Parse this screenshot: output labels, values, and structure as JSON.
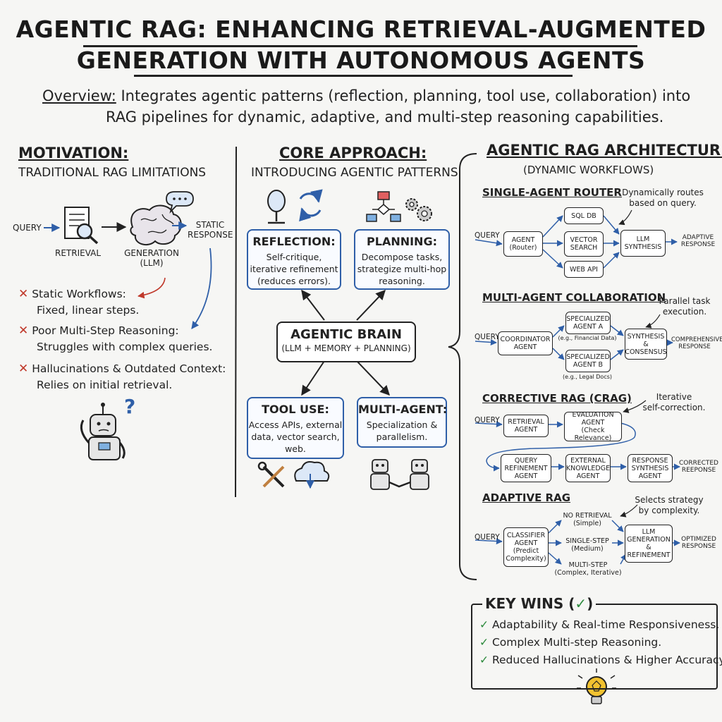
{
  "title": {
    "line1": "AGENTIC RAG: ENHANCING RETRIEVAL-AUGMENTED",
    "line2": "GENERATION WITH AUTONOMOUS AGENTS"
  },
  "overview": {
    "label": "Overview:",
    "line1": "Integrates agentic patterns (reflection, planning, tool use, collaboration) into",
    "line2": "RAG pipelines for dynamic, adaptive, and multi-step reasoning capabilities."
  },
  "motivation": {
    "heading": "MOTIVATION:",
    "subheading": "TRADITIONAL RAG LIMITATIONS",
    "flow": {
      "query": "QUERY",
      "retrieval": "RETRIEVAL",
      "generation_line1": "GENERATION",
      "generation_line2": "(LLM)",
      "static_line1": "STATIC",
      "static_line2": "RESPONSE"
    },
    "limitations": [
      {
        "title": "Static Workflows:",
        "desc": "Fixed, linear steps."
      },
      {
        "title": "Poor Multi-Step Reasoning:",
        "desc": "Struggles with complex queries."
      },
      {
        "title": "Hallucinations & Outdated Context:",
        "desc": "Relies on initial retrieval."
      }
    ],
    "question_mark": "?"
  },
  "core": {
    "heading": "CORE APPROACH:",
    "subheading": "INTRODUCING AGENTIC PATTERNS",
    "reflection": {
      "title": "REFLECTION:",
      "line1": "Self-critique,",
      "line2": "iterative refinement",
      "line3": "(reduces errors)."
    },
    "planning": {
      "title": "PLANNING:",
      "line1": "Decompose tasks,",
      "line2": "strategize multi-hop",
      "line3": "reasoning."
    },
    "brain": {
      "title": "AGENTIC BRAIN",
      "sub": "(LLM + MEMORY + PLANNING)"
    },
    "tool_use": {
      "title": "TOOL USE:",
      "line1": "Access APIs, external",
      "line2": "data, vector search,",
      "line3": "web."
    },
    "multi_agent": {
      "title": "MULTI-AGENT:",
      "line1": "Specialization &",
      "line2": "parallelism."
    }
  },
  "arch": {
    "heading": "AGENTIC RAG ARCHITECTURES",
    "subheading": "(DYNAMIC WORKFLOWS)",
    "router": {
      "title": "SINGLE-AGENT ROUTER",
      "note": "Dynamically routes\nbased on query.",
      "query": "QUERY",
      "agent": "AGENT\n(Router)",
      "sql": "SQL DB",
      "vector": "VECTOR\nSEARCH",
      "web": "WEB API",
      "llm": "LLM\nSYNTHESIS",
      "out": "ADAPTIVE\nRESPONSE"
    },
    "multi": {
      "title": "MULTI-AGENT COLLABORATION",
      "note": "Parallel task\nexecution.",
      "query": "QUERY",
      "coord": "COORDINATOR\nAGENT",
      "agent_a": "SPECIALIZED\nAGENT A",
      "agent_a_note": "(e.g., Financial Data)",
      "agent_b": "SPECIALIZED\nAGENT B",
      "agent_b_note": "(e.g., Legal Docs)",
      "synth": "SYNTHESIS\n&\nCONSENSUS",
      "out": "COMPREHENSIVE\nRESPONSE"
    },
    "crag": {
      "title": "CORRECTIVE RAG (CRAG)",
      "note": "Iterative\nself-correction.",
      "query": "QUERY",
      "retrieval": "RETRIEVAL\nAGENT",
      "eval": "EVALUATION\nAGENT\n(Check Relevance)",
      "refine": "QUERY\nREFINEMENT\nAGENT",
      "external": "EXTERNAL\nKNOWLEDGE\nAGENT",
      "synth": "RESPONSE\nSYNTHESIS\nAGENT",
      "out": "CORRECTED\nREEPONSE"
    },
    "adaptive": {
      "title": "ADAPTIVE RAG",
      "note": "Selects strategy\nby complexity.",
      "query": "QUERY",
      "classifier": "CLASSIFIER\nAGENT\n(Predict\nComplexity)",
      "no_ret": "NO RETRIEVAL",
      "no_ret_sub": "(Simple)",
      "single": "SINGLE-STEP",
      "single_sub": "(Medium)",
      "multi": "MULTI-STEP",
      "multi_sub": "(Complex, Iterative)",
      "llm": "LLM\nGENERATION\n&\nREFINEMENT",
      "out": "OPTIMIZED\nRESPONSE"
    }
  },
  "wins": {
    "heading": "KEY WINS (",
    "heading_check": "✓",
    "heading_end": ")",
    "items": [
      "Adaptability & Real-time Responsiveness.",
      "Complex Multi-step Reasoning.",
      "Reduced Hallucinations & Higher Accuracy."
    ],
    "check": "✓"
  },
  "colors": {
    "accent": "#2f5fa8",
    "cross": "#c0392b",
    "check": "#2e8b3e",
    "bulb": "#f2c230"
  }
}
